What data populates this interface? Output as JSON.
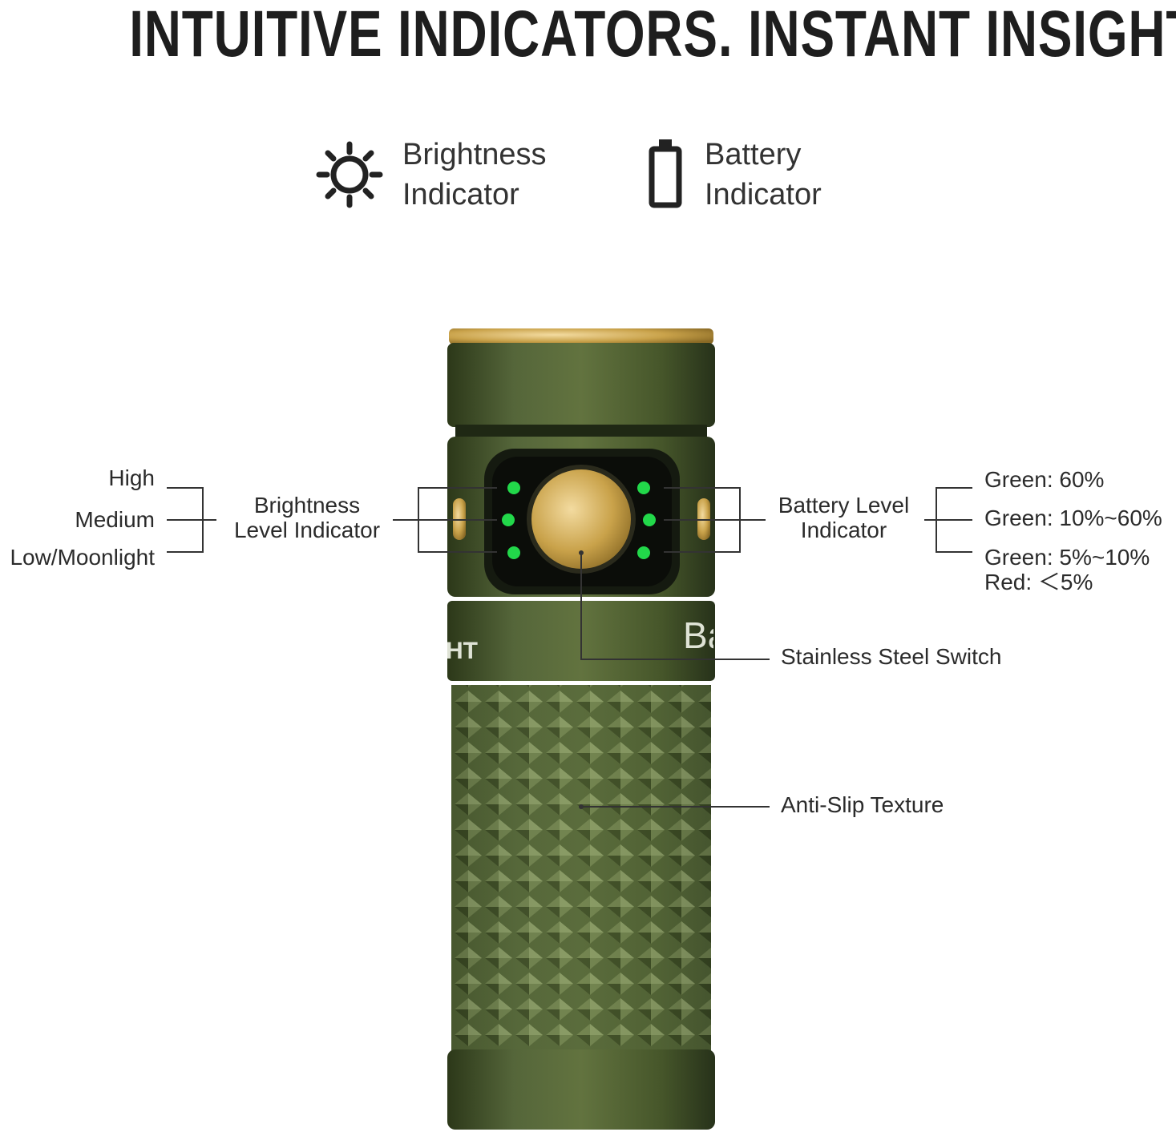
{
  "title": "INTUITIVE INDICATORS. INSTANT INSIGHT",
  "legend": {
    "brightness": {
      "icon": "sun-icon",
      "line1": "Brightness",
      "line2": "Indicator"
    },
    "battery": {
      "icon": "battery-icon",
      "line1": "Battery",
      "line2": "Indicator"
    }
  },
  "brightness_levels": {
    "high": "High",
    "medium": "Medium",
    "low": "Low/Moonlight"
  },
  "brightness_label": {
    "line1": "Brightness",
    "line2": "Level Indicator"
  },
  "battery_label": {
    "line1": "Battery Level",
    "line2": "Indicator"
  },
  "battery_levels": {
    "l1": "Green:  60%",
    "l2": "Green: 10%~60%",
    "l3": "Green: 5%~10%",
    "l4": "Red: ＜5%"
  },
  "switch_label": "Stainless Steel Switch",
  "texture_label": "Anti-Slip Texture",
  "product_text": {
    "brand_fragment": "HT",
    "model_fragment": "Ba"
  },
  "colors": {
    "body": "#4a5a2c",
    "brass": "#c9a24a",
    "led": "#22d84a"
  }
}
